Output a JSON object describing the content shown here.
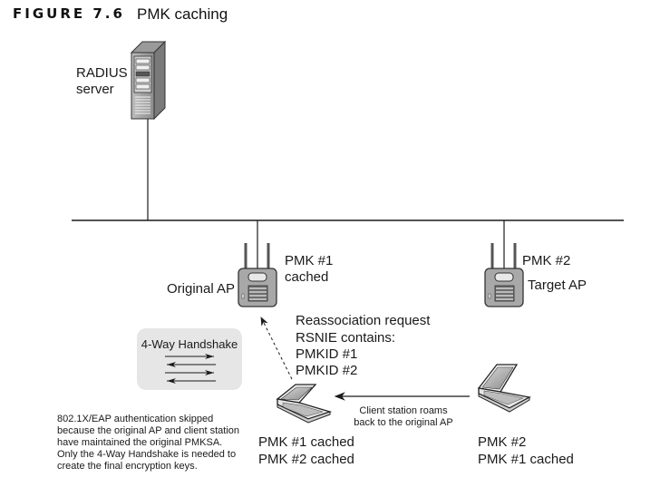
{
  "figure": {
    "label": "FIGURE 7.6",
    "title": "PMK caching"
  },
  "radius_server": {
    "label_line1": "RADIUS",
    "label_line2": "server",
    "icon": "server-tower-icon"
  },
  "original_ap": {
    "label": "Original AP",
    "pmk_line1": "PMK #1",
    "pmk_line2": "cached",
    "icon": "access-point-icon"
  },
  "target_ap": {
    "label": "Target AP",
    "pmk": "PMK #2",
    "icon": "access-point-icon"
  },
  "reassociation": {
    "lines": [
      "Reassociation request",
      "RSNIE contains:",
      "PMKID #1",
      "PMKID #2"
    ]
  },
  "handshake": {
    "title": "4-Way Handshake",
    "arrows": [
      "right",
      "left",
      "right",
      "left"
    ]
  },
  "note": {
    "lines": [
      "802.1X/EAP authentication skipped",
      "because the original AP and client station",
      "have maintained the original PMKSA.",
      "Only the 4-Way Handshake is needed to",
      "create the final encryption keys."
    ]
  },
  "client_original": {
    "line1": "PMK #1 cached",
    "line2": "PMK #2 cached",
    "icon": "laptop-icon"
  },
  "client_target": {
    "line1": "PMK #2",
    "line2": "PMK #1 cached",
    "icon": "laptop-icon"
  },
  "roam": {
    "line1": "Client station roams",
    "line2": "back to the original AP"
  },
  "colors": {
    "line": "#1a1a1a",
    "device_gray": "#a8a8a8",
    "device_dark": "#6d6d6d",
    "handshake_bg": "#e6e6e6"
  }
}
